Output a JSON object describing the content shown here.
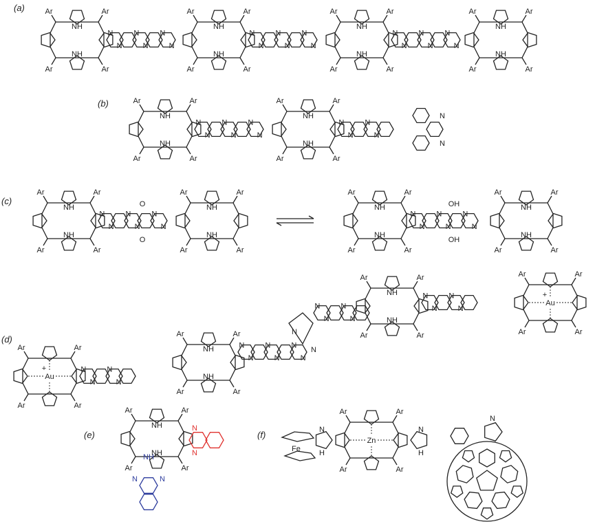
{
  "panels": {
    "a": "(a)",
    "b": "(b)",
    "c": "(c)",
    "d": "(d)",
    "e": "(e)",
    "f": "(f)"
  },
  "atoms": {
    "ar": "Ar",
    "n": "N",
    "nh": "NH",
    "h": "H",
    "o": "O",
    "oh": "OH",
    "au": "Au",
    "zn": "Zn",
    "fe": "Fe",
    "plus": "+"
  },
  "colors": {
    "ink": "#222222",
    "red_fragment": "#e0322f",
    "blue_fragment": "#2e3d9e"
  },
  "icons": {
    "equilibrium": "equilibrium-arrows-icon",
    "fullerene": "fullerene-c60-icon",
    "ferrocene": "ferrocene-icon"
  }
}
